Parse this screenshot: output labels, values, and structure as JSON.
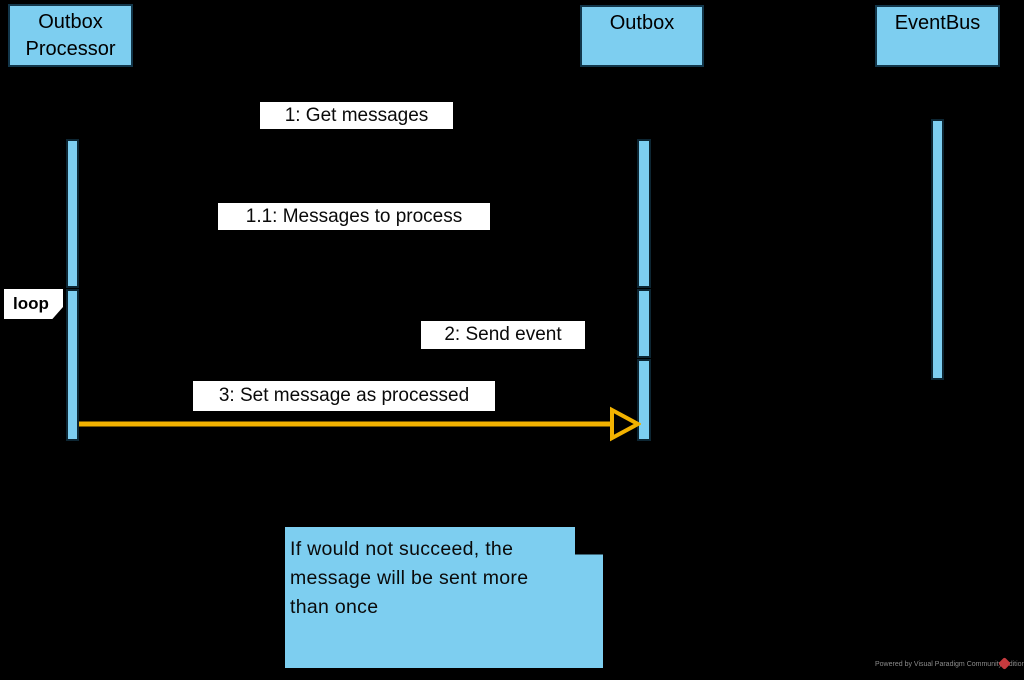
{
  "diagram": {
    "type": "uml-sequence-diagram",
    "colors": {
      "background": "#000000",
      "shape_fill": "#7DCEF0",
      "shape_border": "#12364a",
      "arrow": "#F2B200",
      "label_background": "#FFFFFF",
      "text": "#000000",
      "watermark_text": "#8C8C8C",
      "watermark_logo": "#C53A3E"
    },
    "actors": [
      {
        "id": "outbox-processor",
        "label": "Outbox Processor",
        "line1": "Outbox",
        "line2": "Processor"
      },
      {
        "id": "outbox",
        "label": "Outbox"
      },
      {
        "id": "eventbus",
        "label": "EventBus"
      }
    ],
    "messages": [
      {
        "label": "1: Get messages"
      },
      {
        "label": "1.1: Messages to process"
      },
      {
        "label": "2: Send event"
      },
      {
        "label": "3: Set message as processed",
        "arrow": "open-triangle",
        "arrow_color": "#F2B200",
        "direction": "left-to-right"
      }
    ],
    "fragment": {
      "operator": "loop"
    },
    "note": {
      "text": "If would not succeed, the message will be sent more than once"
    },
    "watermark": {
      "text": "Powered by Visual Paradigm Community Edition"
    }
  }
}
